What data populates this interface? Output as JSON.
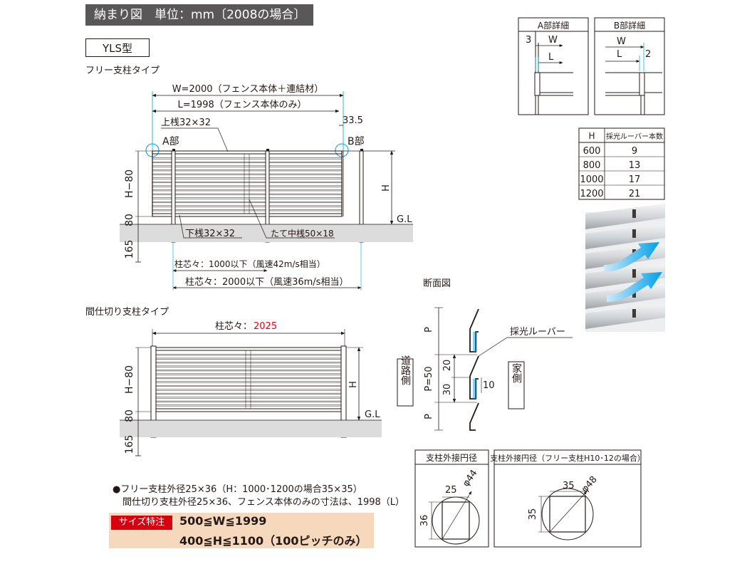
{
  "header": {
    "title": "納まり図　単位：mm〔2008の場合〕"
  },
  "type_label": "YLS型",
  "free_type": {
    "title": "フリー支柱タイプ",
    "dim_w": "W=2000（フェンス本体＋連結材）",
    "dim_l": "L=1998（フェンス本体のみ）",
    "upper_rail": "上桟32×32",
    "dim_33_5": "33.5",
    "part_a": "A部",
    "part_b": "B部",
    "lower_rail": "下桟32×32",
    "mid_rail": "たて中桟50×18",
    "h_label": "H",
    "h80": "H−80",
    "d80": "80",
    "d165": "165",
    "gl": "G.L",
    "pitch1": "柱芯々：1000以下（風速42m/s相当）",
    "pitch2": "柱芯々：2000以下（風速36m/s相当）"
  },
  "partition_type": {
    "title": "間仕切り支柱タイプ",
    "pitch_prefix": "柱芯々：",
    "pitch_value": "2025",
    "h_label": "H",
    "h80": "H−80",
    "d80": "80",
    "d165": "165",
    "gl": "G.L"
  },
  "detail_a": {
    "title": "A部詳細",
    "d3": "3",
    "w": "W",
    "l": "L"
  },
  "detail_b": {
    "title": "B部詳細",
    "w": "W",
    "l": "L",
    "d2": "2"
  },
  "louver_table": {
    "headers": [
      "H",
      "採光ルーバー本数"
    ],
    "rows": [
      [
        "600",
        "9"
      ],
      [
        "800",
        "13"
      ],
      [
        "1000",
        "17"
      ],
      [
        "1200",
        "21"
      ]
    ]
  },
  "section": {
    "title": "断面図",
    "louver": "採光ルーバー",
    "road_side": "道路側",
    "house_side": "家側",
    "p": "P",
    "p50": "P=50",
    "d20": "20",
    "d30": "30",
    "d10": "10"
  },
  "circle1": {
    "title": "支柱外接円径",
    "d25": "25",
    "phi": "φ44",
    "d36": "36"
  },
  "circle2": {
    "title": "支柱外接円径（フリー支柱H10･12の場合）",
    "d35a": "35",
    "phi": "φ48",
    "d35b": "35"
  },
  "notes": {
    "line1": "●フリー支柱外径25×36（H：1000･1200の場合35×35）",
    "line2": "間仕切り支柱外径25×36、フェンス本体のみの寸法は、1998（L）"
  },
  "size_special": {
    "tag": "サイズ特注",
    "line1": "500≦W≦1999",
    "line2": "400≦H≦1100（100ピッチのみ）"
  },
  "colors": {
    "ink": "#231815",
    "ground": "#dcdcdd",
    "header_bg": "#595757",
    "blue": "#00a0e9",
    "red": "#e60012",
    "note_bg": "#f6d9bd"
  }
}
